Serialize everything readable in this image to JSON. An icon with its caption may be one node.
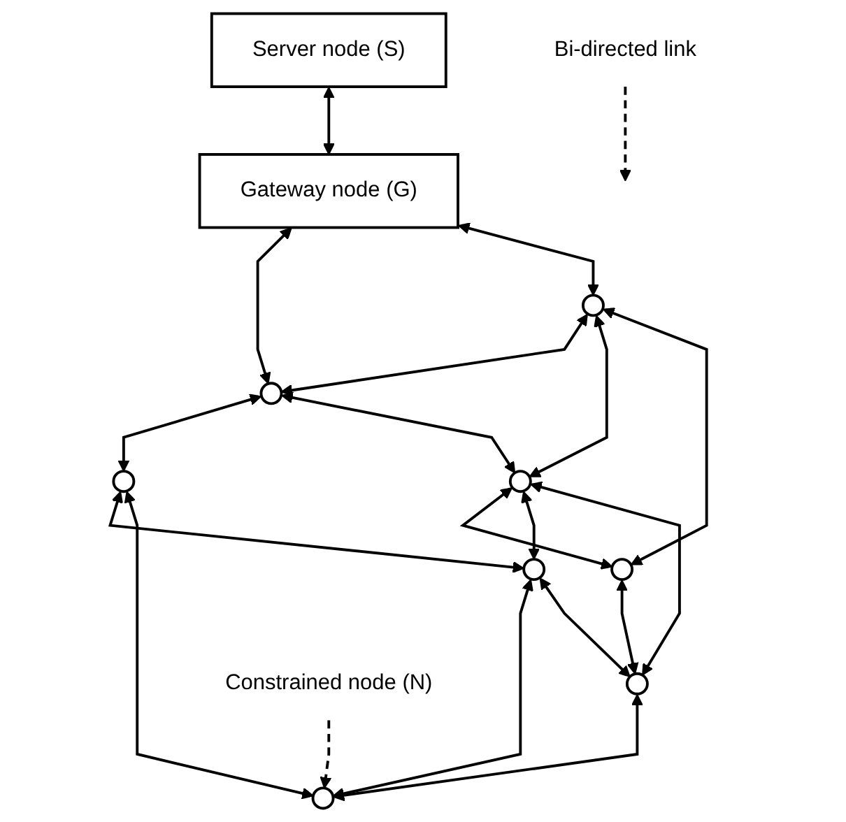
{
  "diagram": {
    "nodes": [
      {
        "text": [
          "Server node (S)"
        ]
      },
      {
        "text": [
          "Gateway node (G)"
        ]
      },
      {
        "text": [
          "Bi-directed link"
        ]
      },
      {
        "text": [],
        "shape": "circle"
      },
      {
        "text": [],
        "shape": "circle"
      },
      {
        "text": [],
        "shape": "circle"
      },
      {
        "text": [],
        "shape": "circle"
      },
      {
        "text": [],
        "shape": "circle"
      },
      {
        "text": [],
        "shape": "circle"
      },
      {
        "text": [],
        "shape": "circle"
      },
      {
        "text": [
          "Constrained node (N)"
        ]
      },
      {
        "text": [],
        "shape": "circle"
      }
    ],
    "edges": [
      {
        "from": 0,
        "to": 1,
        "arrow": "both"
      },
      {
        "from": 1,
        "to": 4,
        "arrow": "both"
      },
      {
        "from": 1,
        "to": 3,
        "arrow": "both"
      },
      {
        "from": 2,
        "to": null,
        "arrow": "to",
        "style": "dashed"
      },
      {
        "from": 3,
        "to": 4,
        "arrow": "both"
      },
      {
        "from": 4,
        "to": 5,
        "arrow": "both"
      },
      {
        "from": 4,
        "to": 6,
        "arrow": "both"
      },
      {
        "from": 3,
        "to": 6,
        "arrow": "both"
      },
      {
        "from": 3,
        "to": 7,
        "arrow": "both"
      },
      {
        "from": 6,
        "to": 7,
        "arrow": "both"
      },
      {
        "from": 5,
        "to": 8,
        "arrow": "both"
      },
      {
        "from": 6,
        "to": 8,
        "arrow": "both"
      },
      {
        "from": 6,
        "to": 9,
        "arrow": "both"
      },
      {
        "from": 7,
        "to": 9,
        "arrow": "both"
      },
      {
        "from": 5,
        "to": 11,
        "arrow": "both"
      },
      {
        "from": 8,
        "to": 11,
        "arrow": "both"
      },
      {
        "from": 8,
        "to": 9,
        "arrow": "both"
      },
      {
        "from": 9,
        "to": 11,
        "arrow": "both"
      },
      {
        "from": 10,
        "to": 11,
        "arrow": "to",
        "style": "dashed"
      }
    ]
  }
}
